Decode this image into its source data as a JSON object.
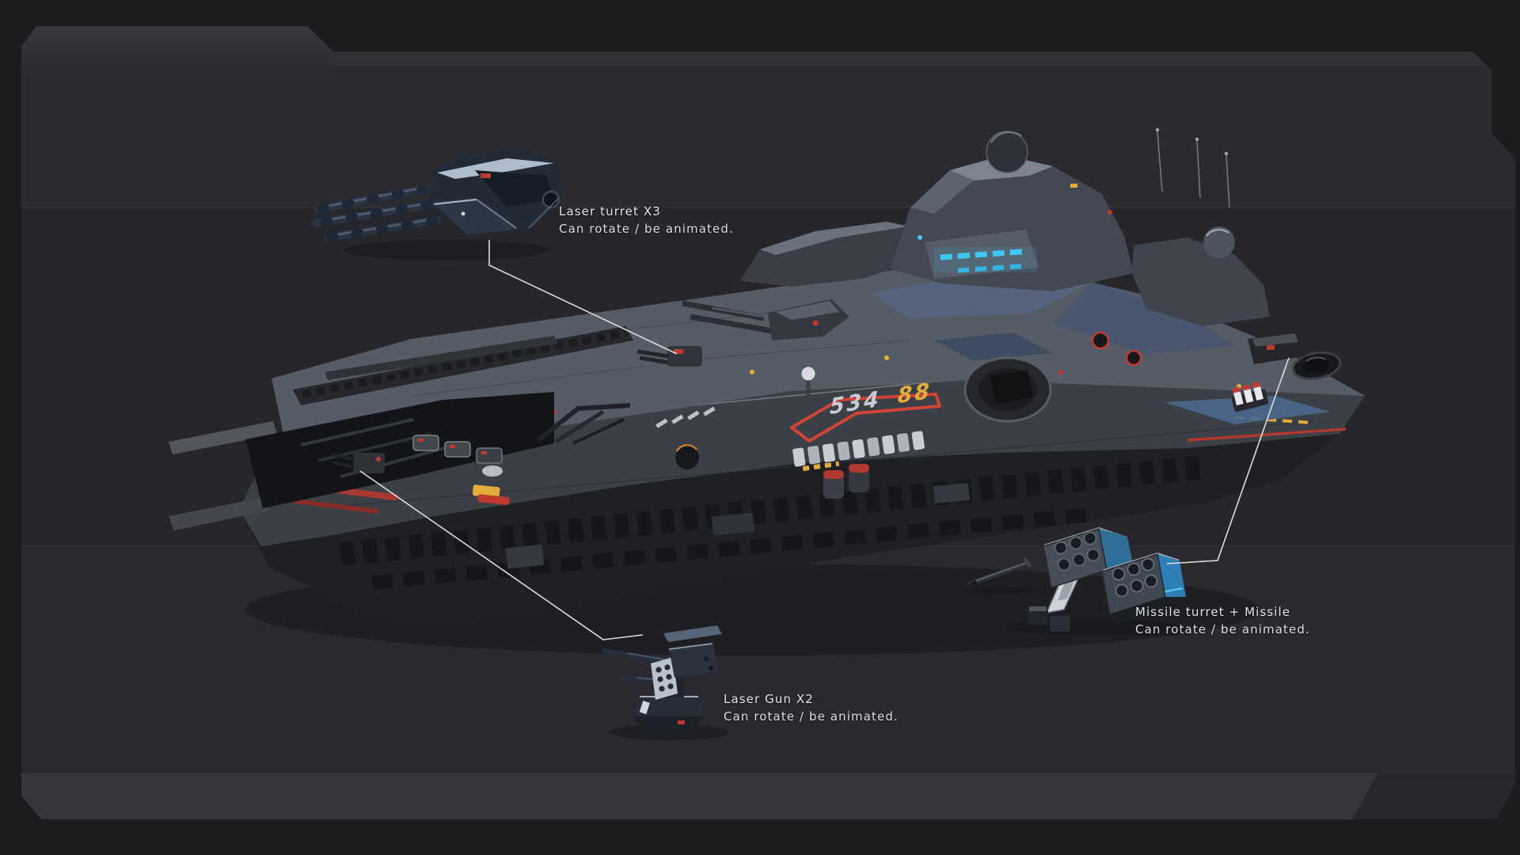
{
  "scene": {
    "type": "3d-model-showcase",
    "subject": "sci-fi capital ship with modular animated weapons"
  },
  "ship": {
    "hull_number_primary": "534",
    "hull_number_secondary": "88"
  },
  "annotations": [
    {
      "id": "laser-turret-x3",
      "title": "Laser turret X3",
      "description": "Can rotate / be animated."
    },
    {
      "id": "laser-gun-x2",
      "title": "Laser Gun X2",
      "description": "Can rotate / be animated."
    },
    {
      "id": "missile-turret",
      "title": "Missile turret + Missile",
      "description": "Can rotate / be animated."
    }
  ],
  "colors": {
    "outer_background": "#1c1c1f",
    "panel": "#27272c",
    "panel_top_zone": "#2a2a2f",
    "panel_mid_zone": "#26262b",
    "panel_bottom_zone": "#29292f",
    "panel_band": "#35353c",
    "callout_line": "#dcdcde",
    "label_text": "#e3e4e6",
    "accent_red": "#c0392e",
    "accent_yellow": "#e0ac3c",
    "accent_cyan": "#41c8f2",
    "accent_blue": "#2e7fb5",
    "hull_number_gray": "#c9cdd3"
  }
}
